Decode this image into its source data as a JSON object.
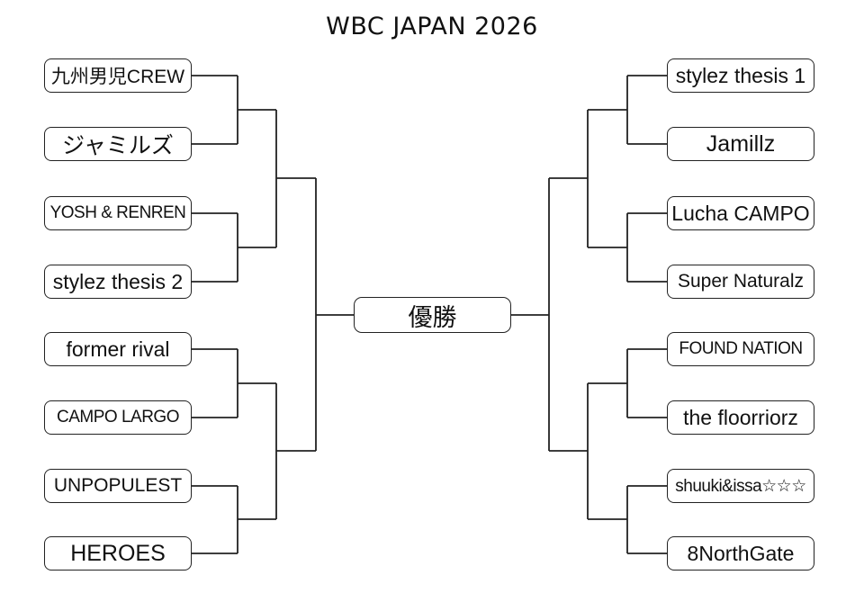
{
  "title": "WBC JAPAN 2026",
  "final_label": "優勝",
  "left_bracket": [
    "九州男児CREW",
    "ジャミルズ",
    "YOSH & RENREN",
    "stylez thesis 2",
    "former rival",
    "CAMPO LARGO",
    "UNPOPULEST",
    "HEROES"
  ],
  "right_bracket": [
    "stylez thesis 1",
    "Jamillz",
    "Lucha CAMPO",
    "Super Naturalz",
    "FOUND NATION",
    "the floorriorz",
    "shuuki&issa☆☆☆",
    "8NorthGate"
  ]
}
